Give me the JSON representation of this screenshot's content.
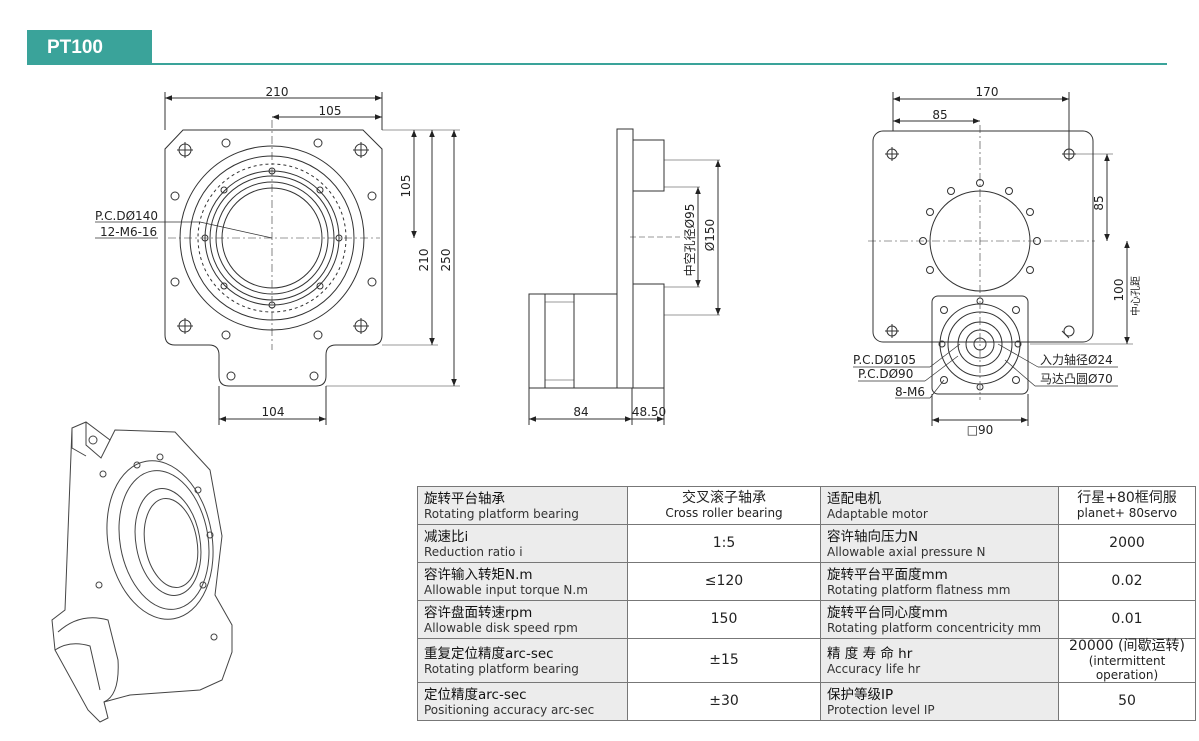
{
  "header": {
    "model": "PT100"
  },
  "dims": {
    "front": {
      "w210": "210",
      "w105": "105",
      "h105": "105",
      "h210": "210",
      "h250": "250",
      "w104": "104",
      "pcd140": "P.C.DØ140",
      "m6_16": "12-M6-16"
    },
    "side": {
      "d95": "中空孔径Ø95",
      "d150": "Ø150",
      "w84": "84",
      "w48": "48.50"
    },
    "right": {
      "w170": "170",
      "w85": "85",
      "h85": "85",
      "h100": "100",
      "center": "中心孔距",
      "pcd105": "P.C.DØ105",
      "pcd90": "P.C.DØ90",
      "m6": "8-M6",
      "sq90": "□90",
      "input": "入力轴径Ø24",
      "boss": "马达凸圆Ø70"
    }
  },
  "table": [
    {
      "l1_zh": "旋转平台轴承",
      "l1_en": "Rotating platform bearing",
      "v1": "交叉滚子轴承",
      "v1_en": "Cross roller bearing",
      "l2_zh": "适配电机",
      "l2_en": "Adaptable motor",
      "v2": "行星+80框伺服",
      "v2_en": "planet+ 80servo"
    },
    {
      "l1_zh": "减速比i",
      "l1_en": "Reduction ratio i",
      "v1": "1:5",
      "v1_en": "",
      "l2_zh": "容许轴向压力N",
      "l2_en": "Allowable axial pressure N",
      "v2": "2000",
      "v2_en": ""
    },
    {
      "l1_zh": "容许输入转矩N.m",
      "l1_en": "Allowable input torque N.m",
      "v1": "≤120",
      "v1_en": "",
      "l2_zh": "旋转平台平面度mm",
      "l2_en": "Rotating platform flatness mm",
      "v2": "0.02",
      "v2_en": ""
    },
    {
      "l1_zh": "容许盘面转速rpm",
      "l1_en": "Allowable disk speed rpm",
      "v1": "150",
      "v1_en": "",
      "l2_zh": "旋转平台同心度mm",
      "l2_en": "Rotating platform concentricity mm",
      "v2": "0.01",
      "v2_en": ""
    },
    {
      "l1_zh": "重复定位精度arc-sec",
      "l1_en": "Rotating platform bearing",
      "v1": "±15",
      "v1_en": "",
      "l2_zh": "精 度 寿 命 hr",
      "l2_en": "Accuracy life hr",
      "v2": "20000 (间歇运转)",
      "v2_en": "(intermittent operation)"
    },
    {
      "l1_zh": "定位精度arc-sec",
      "l1_en": "Positioning accuracy arc-sec",
      "v1": "±30",
      "v1_en": "",
      "l2_zh": "保护等级IP",
      "l2_en": "Protection level IP",
      "v2": "50",
      "v2_en": ""
    }
  ]
}
